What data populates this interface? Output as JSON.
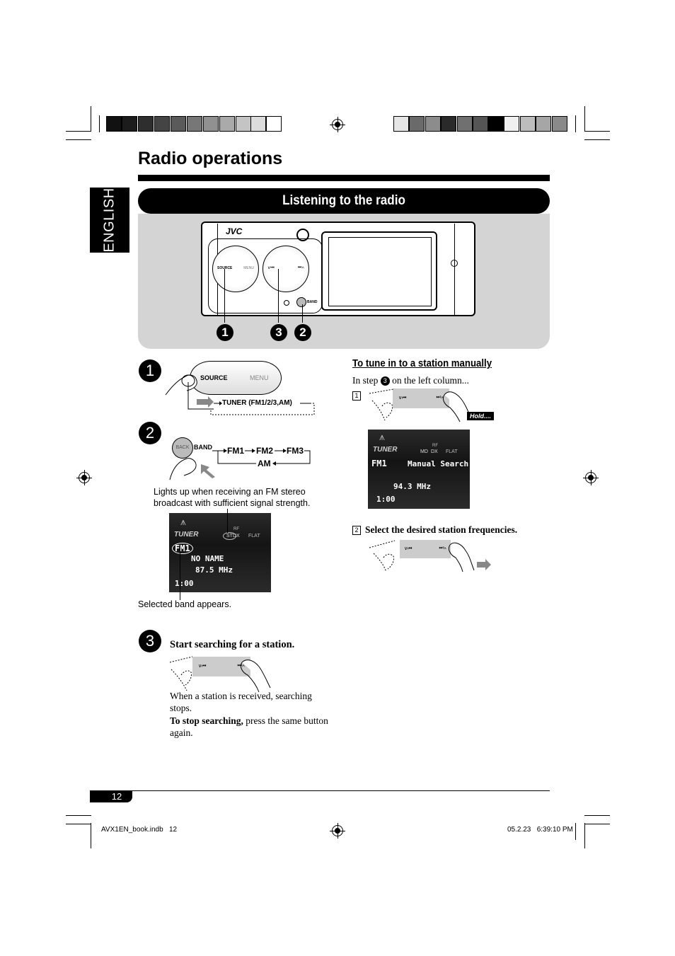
{
  "page": {
    "title": "Radio operations",
    "section": "Listening to the radio",
    "language_tab": "ENGLISH",
    "page_number": "12",
    "footer_file": "AVX1EN_book.indb   12",
    "footer_date": "05.2.23   6:39:10 PM"
  },
  "device": {
    "brand": "JVC",
    "source_label": "SOURCE",
    "menu_label": "MENU",
    "band_label": "BAND",
    "back_label": "BACK",
    "callout_1": "1",
    "callout_3": "3",
    "callout_2": "2"
  },
  "step1": {
    "number": "1",
    "source_label": "SOURCE",
    "menu_label": "MENU",
    "flow": "TUNER (FM1/2/3,AM)"
  },
  "step2": {
    "number": "2",
    "back_label": "BACK",
    "band_label": "BAND",
    "fm1": "FM1",
    "fm2": "FM2",
    "fm3": "FM3",
    "am": "AM",
    "note_st": "Lights up when receiving an FM stereo broadcast with sufficient signal strength.",
    "note_band": "Selected band appears.",
    "lcd": {
      "tuner": "TUNER",
      "rf": "RF",
      "st": "ST",
      "dx": "DX",
      "flat": "FLAT",
      "band": "FM1",
      "name": "NO NAME",
      "freq": "87.5 MHz",
      "clock": "1:00"
    }
  },
  "step3": {
    "number": "3",
    "heading": "Start searching for a station.",
    "note1": "When a station is received, searching stops.",
    "stop_bold": "To stop searching,",
    "stop_rest": " press the same button again."
  },
  "manual": {
    "heading": "To tune in to a station manually",
    "intro_before": "In step ",
    "intro_num": "3",
    "intro_after": " on the left column...",
    "sub1": "1",
    "sub2": "2",
    "hold": "Hold....",
    "step2_text": "Select the desired station frequencies.",
    "lcd": {
      "tuner": "TUNER",
      "rf": "RF",
      "md": "MD",
      "dx": "DX",
      "flat": "FLAT",
      "band": "FM1",
      "mode": "Manual Search",
      "freq": "94.3 MHz",
      "clock": "1:00"
    }
  }
}
